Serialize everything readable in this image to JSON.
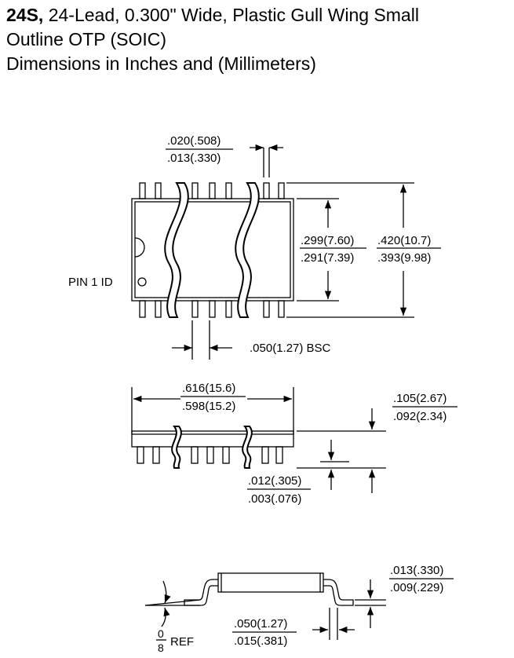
{
  "title": {
    "bold": "24S,",
    "line1": " 24-Lead, 0.300\" Wide, Plastic Gull Wing Small",
    "line2": "Outline OTP (SOIC)",
    "line3": "Dimensions in Inches and (Millimeters)"
  },
  "top_view": {
    "lead_width": {
      "max": ".020(.508)",
      "min": ".013(.330)"
    },
    "body_width": {
      "max": ".299(7.60)",
      "min": ".291(7.39)"
    },
    "overall_width": {
      "max": ".420(10.7)",
      "min": ".393(9.98)"
    },
    "pin1_label": "PIN 1 ID",
    "lead_pitch": ".050(1.27) BSC"
  },
  "side_view": {
    "body_length": {
      "max": ".616(15.6)",
      "min": ".598(15.2)"
    },
    "height": {
      "max": ".105(2.67)",
      "min": ".092(2.34)"
    },
    "standoff": {
      "max": ".012(.305)",
      "min": ".003(.076)"
    }
  },
  "end_view": {
    "lead_thickness": {
      "max": ".013(.330)",
      "min": ".009(.229)"
    },
    "foot_length": {
      "max": ".050(1.27)",
      "min": ".015(.381)"
    },
    "angle": {
      "top": "0",
      "bottom": "8",
      "suffix": "REF"
    }
  }
}
